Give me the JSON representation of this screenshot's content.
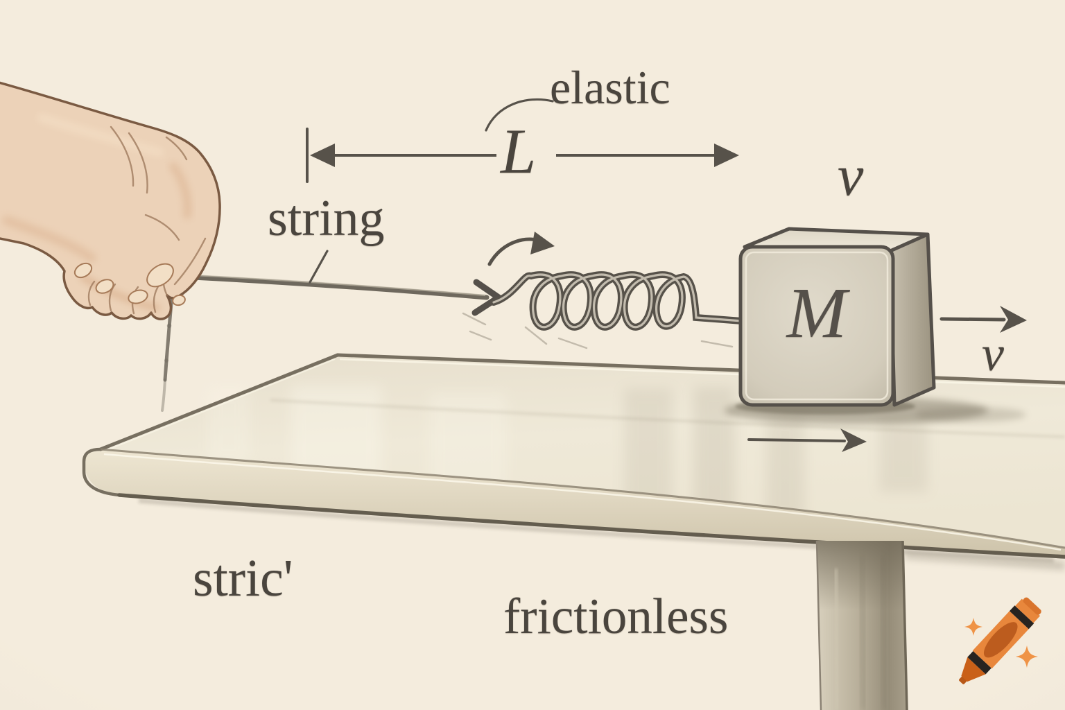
{
  "figure": {
    "description_labels": {
      "elastic": "elastic",
      "length": "L",
      "string": "string",
      "velocity_top": "v",
      "mass": "M",
      "velocity_right": "v",
      "partial_word": "stric'",
      "frictionless": "frictionless"
    }
  },
  "logo": {
    "name": "crayon-logo",
    "sparkles": 2
  },
  "colors": {
    "paper": "#f4ecdd",
    "ink": "#4a453e",
    "line": "#57524a",
    "table_face": "#ddd4bf",
    "block_face": "#d5cebe",
    "skin": "#ecd2b8",
    "crayon_orange": "#e8873c",
    "crayon_dark_orange": "#bc5c1e",
    "crayon_band": "#272320"
  }
}
